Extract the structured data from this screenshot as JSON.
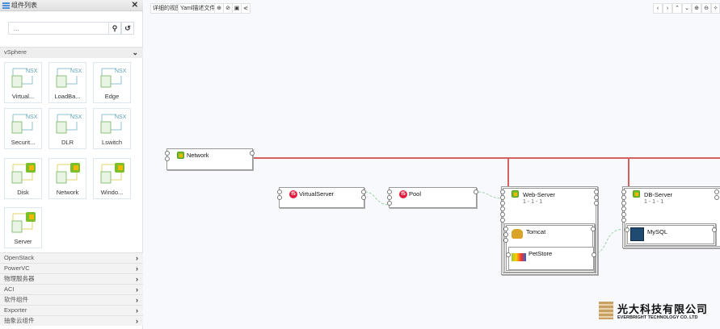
{
  "sidebar": {
    "title": "组件列表",
    "search_placeholder": "...",
    "expanded_category": "vSphere",
    "tiles": [
      {
        "label": "Virtual..."
      },
      {
        "label": "LoadBa..."
      },
      {
        "label": "Edge"
      },
      {
        "label": "Securit..."
      },
      {
        "label": "DLR"
      },
      {
        "label": "Lswitch"
      },
      {
        "label": "Disk"
      },
      {
        "label": "Network"
      },
      {
        "label": "Windo..."
      },
      {
        "label": "Server"
      }
    ],
    "nsx_badge": "NSX",
    "categories": [
      "OpenStack",
      "PowerVC",
      "物理服务器",
      "ACI",
      "软件组件",
      "Exporter",
      "抽象云组件"
    ]
  },
  "toolbar": {
    "detail_view": "详细的视图",
    "yaml": "Yaml描述文件"
  },
  "canvas": {
    "nodes": {
      "network": "Network",
      "virtual_server": "VirtualServer",
      "pool": "Pool",
      "web_server": "Web-Server",
      "web_server_sub": "1 - 1 - 1",
      "tomcat": "Tomcat",
      "petstore": "PetStore",
      "db_server": "DB-Server",
      "db_server_sub": "1 - 1 - 1",
      "mysql": "MySQL"
    }
  },
  "logo": {
    "cn": "光大科技有限公司",
    "en": "EVERBRIGHT TECHNOLOGY CO. LTD"
  },
  "colors": {
    "link": "#c84c4c",
    "accent": "#7bbf2a",
    "dashed": "#9fd3a8"
  }
}
